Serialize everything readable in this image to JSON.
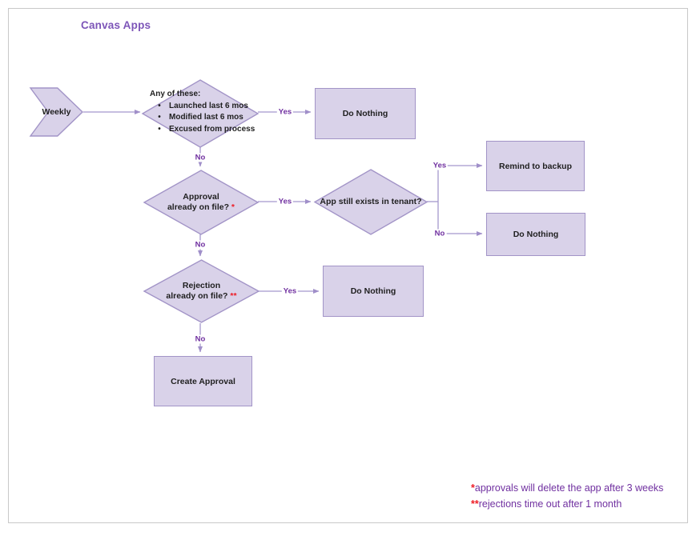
{
  "title": "Canvas Apps",
  "colors": {
    "shape-fill": "#d9d2e9",
    "shape-stroke": "#a294c7",
    "connector": "#a597cd",
    "node-text": "#1f1f1f",
    "branch-label": "#7030a0",
    "title-color": "#7d55b8",
    "footnote-color": "#7030a0",
    "asterisk-red": "#ee1c25",
    "page-border": "#c9c9c9"
  },
  "branch_labels": {
    "yes": "Yes",
    "no": "No"
  },
  "nodes": {
    "weekly": {
      "label": "Weekly"
    },
    "any_of_these": {
      "header": "Any of these:",
      "bullet_char": "•",
      "bullets": [
        "Launched last 6 mos",
        "Modified last 6 mos",
        "Excused from process"
      ]
    },
    "do_nothing_top": {
      "label": "Do Nothing"
    },
    "approval_on_file": {
      "line1": "Approval",
      "line2": "already on file?",
      "marker": "*"
    },
    "app_exists": {
      "label": "App still exists in tenant?"
    },
    "remind_backup": {
      "label": "Remind to backup"
    },
    "do_nothing_right": {
      "label": "Do Nothing"
    },
    "rejection_on_file": {
      "line1": "Rejection",
      "line2": "already on file?",
      "marker": "**"
    },
    "do_nothing_mid": {
      "label": "Do Nothing"
    },
    "create_approval": {
      "label": "Create Approval"
    }
  },
  "footnotes": [
    {
      "marker": "*",
      "text": "approvals will delete the app after 3 weeks"
    },
    {
      "marker": "**",
      "text": "rejections time out after 1 month"
    }
  ]
}
